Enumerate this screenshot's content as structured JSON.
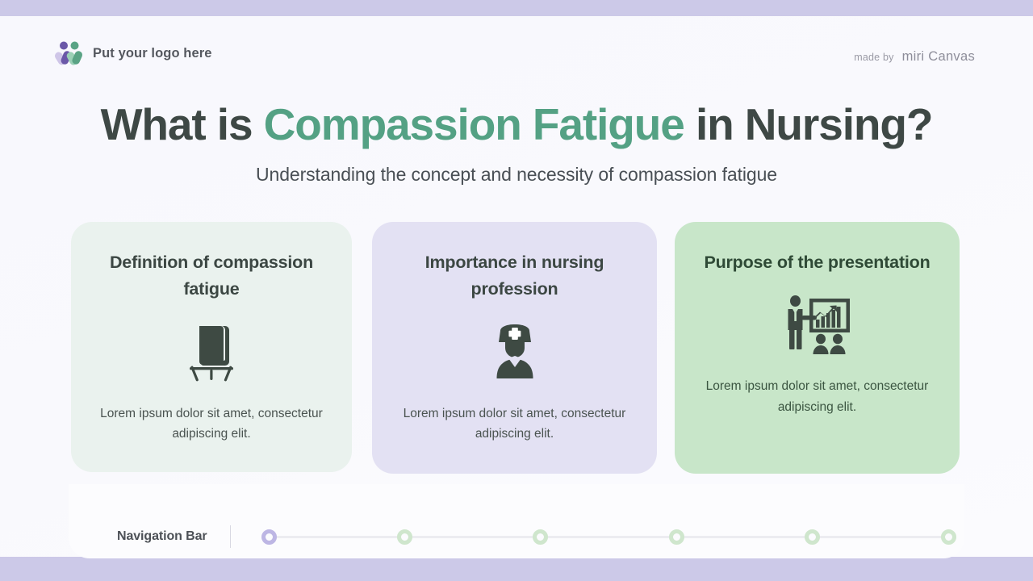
{
  "header": {
    "logo_icon": "people-group-logo-icon",
    "logo_text": "Put your logo here",
    "made_by_label": "made by",
    "made_by_brand": "miri Canvas"
  },
  "title": {
    "part1": "What is ",
    "accent": "Compassion Fatigue",
    "part2": " in Nursing?",
    "subtitle": "Understanding the concept and necessity of compassion fatigue"
  },
  "cards": [
    {
      "title": "Definition of compassion fatigue",
      "icon": "book-on-stand-icon",
      "body": "Lorem ipsum dolor sit amet, consectetur adipiscing elit.",
      "bg": "#eaf2ee"
    },
    {
      "title": "Importance in nursing profession",
      "icon": "nurse-icon",
      "body": "Lorem ipsum dolor sit amet, consectetur adipiscing elit.",
      "bg": "#e3e1f3"
    },
    {
      "title": "Purpose of the presentation",
      "icon": "presenter-with-chart-icon",
      "body": "Lorem ipsum dolor sit amet, consectetur adipiscing elit.",
      "bg": "#c8e6c9"
    }
  ],
  "navigation": {
    "label": "Navigation Bar",
    "dots": [
      {
        "state": "active"
      },
      {
        "state": "inactive"
      },
      {
        "state": "inactive"
      },
      {
        "state": "inactive"
      },
      {
        "state": "inactive"
      },
      {
        "state": "inactive"
      }
    ]
  },
  "colors": {
    "page_background": "#ccc9e8",
    "slide_background": "#f8f8fd",
    "title_dark": "#3e4845",
    "title_accent": "#54a184",
    "icon_dark": "#3e4a43",
    "nav_active": "#bdb6e4",
    "nav_inactive": "#cfe6cd"
  }
}
